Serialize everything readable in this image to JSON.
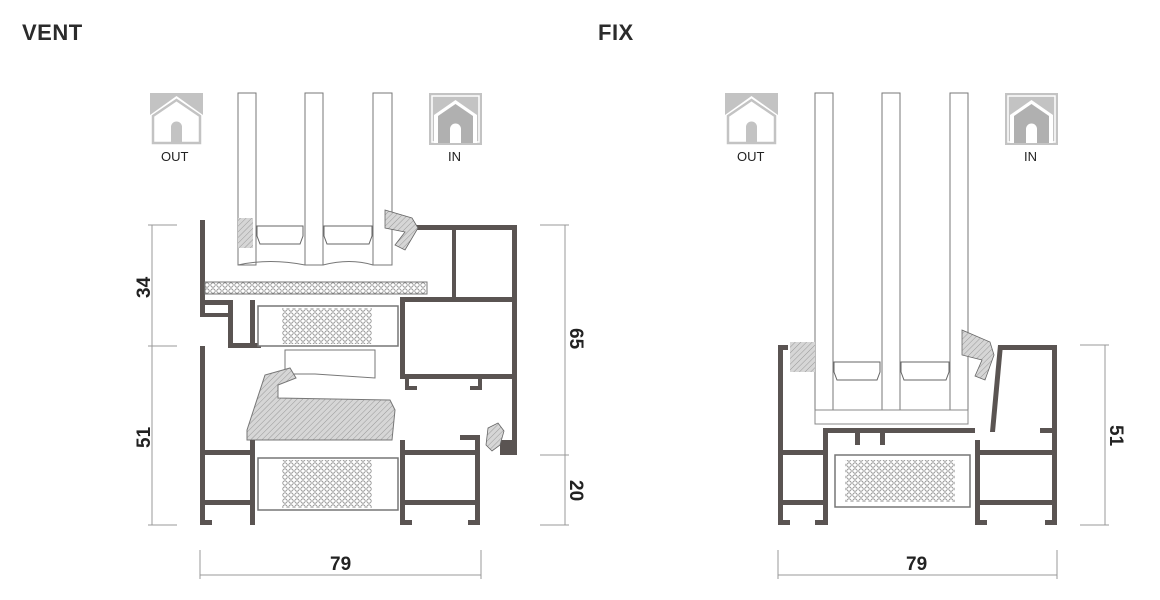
{
  "vent": {
    "title": "VENT",
    "out_label": "OUT",
    "in_label": "IN",
    "dimensions": {
      "left_top": "34",
      "left_bottom": "51",
      "right_top": "65",
      "right_bottom": "20",
      "width": "79"
    }
  },
  "fix": {
    "title": "FIX",
    "out_label": "OUT",
    "in_label": "IN",
    "dimensions": {
      "right": "51",
      "width": "79"
    }
  },
  "colors": {
    "profile": "#5a5452",
    "icon_grey": "#c3c3c3",
    "gasket": "#bdbdbd"
  }
}
